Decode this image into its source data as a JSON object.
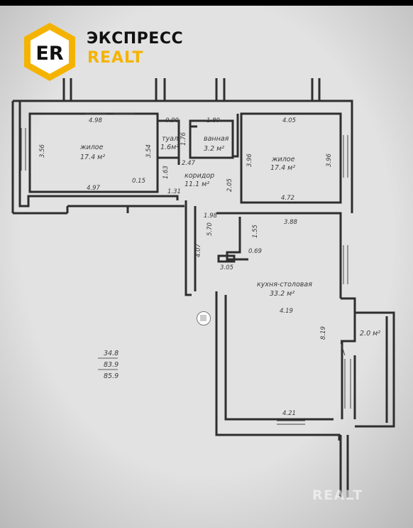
{
  "brand": {
    "logo_letters": "ER",
    "name_line1": "ЭКСПРЕСС",
    "name_line2": "REALT",
    "watermark": "REALT",
    "colors": {
      "hexagon": "#f5b301",
      "primary": "#111111",
      "accent": "#f5b301"
    }
  },
  "rooms": {
    "living1": {
      "name": "жилое",
      "area": "17.4 м²"
    },
    "toilet": {
      "name": "туал",
      "area": "1.6м²"
    },
    "bath": {
      "name": "ванная",
      "area": "3.2 м²"
    },
    "living2": {
      "name": "жилое",
      "area": "17.4 м²"
    },
    "corridor": {
      "name": "коридор",
      "area": "11.1 м²"
    },
    "kitchen": {
      "name": "кухня-столовая",
      "area": "33.2 м²"
    },
    "balcony": {
      "area": "2.0 м²"
    }
  },
  "dimensions": {
    "living1_top": "4.98",
    "living1_bottom": "4.97",
    "living1_left": "3.56",
    "living1_right": "3.54",
    "toilet_top": "0.90",
    "toilet_side": "1.76",
    "bath_top": "1.80",
    "corridor_a": "2.47",
    "corridor_b": "1.63",
    "corridor_c": "0.15",
    "corridor_d": "1.31",
    "corridor_e": "2.05",
    "corridor_f": "1.98",
    "corridor_g": "5.70",
    "corridor_h": "4.07",
    "living2_top": "4.05",
    "living2_bottom": "4.72",
    "living2_left": "3.96",
    "living2_right": "3.96",
    "kitchen_top": "3.88",
    "kitchen_a": "1.55",
    "kitchen_b": "0.69",
    "kitchen_c": "3.05",
    "kitchen_d": "4.19",
    "kitchen_right": "8.19",
    "kitchen_bottom": "4.21"
  },
  "totals": {
    "living": "34.8",
    "usable": "83.9",
    "total": "85.9"
  }
}
